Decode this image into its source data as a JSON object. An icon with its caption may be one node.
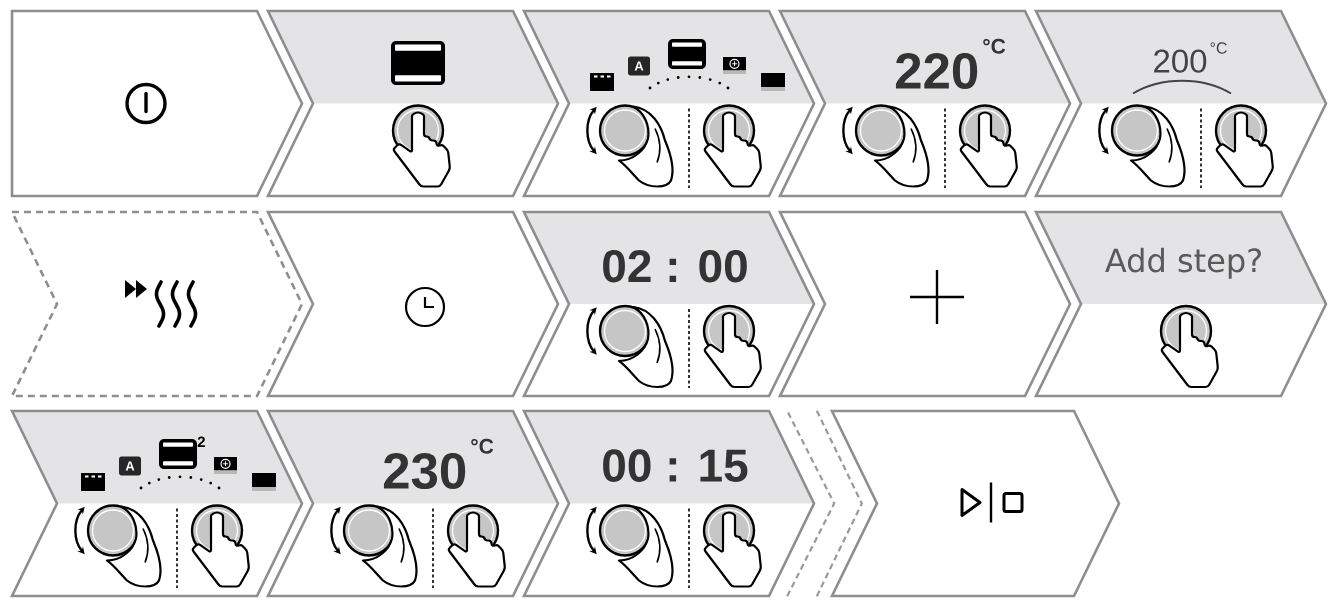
{
  "diagram": {
    "nodes": [
      {
        "text": [],
        "shape": "chevron"
      },
      {
        "text": [],
        "shape": "chevron"
      },
      {
        "text": [
          "A"
        ]
      },
      {
        "text": [
          "220$^{°C}$"
        ]
      },
      {
        "text": [
          "200$^{°C}$"
        ]
      },
      {
        "text": [],
        "shape": "chevron"
      },
      {
        "text": [],
        "shape": "chevron"
      },
      {
        "text": [
          "02 : 00"
        ]
      },
      {
        "text": [],
        "shape": "chevron"
      },
      {
        "text": [
          "Add step?"
        ]
      },
      {
        "text": [
          "A",
          "2"
        ]
      },
      {
        "text": [
          "230$^{°C}$"
        ]
      },
      {
        "text": [
          "00 : 15"
        ]
      },
      {
        "text": [],
        "shape": "chevron"
      }
    ],
    "edges": [
      {
        "from": 12,
        "to": 13,
        "arrow": "none",
        "style": "dashed"
      }
    ]
  }
}
